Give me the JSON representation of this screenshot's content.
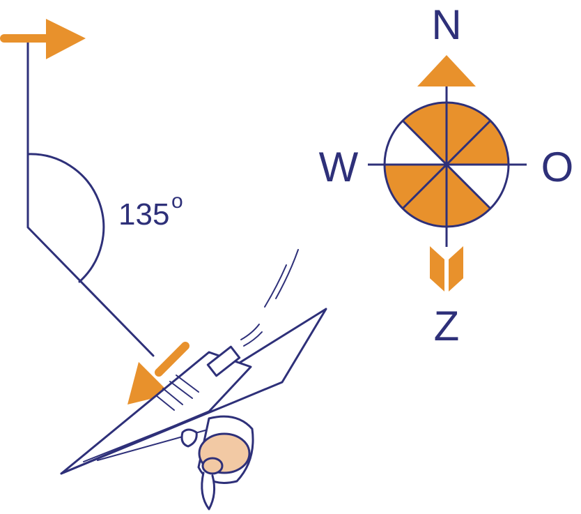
{
  "angle_label": "135",
  "angle_unit": "o",
  "compass": {
    "north": "N",
    "west": "W",
    "east": "O",
    "south": "Z"
  },
  "colors": {
    "line": "#2e3079",
    "accent": "#e8912c",
    "skin": "#f2c9a4"
  },
  "icons": [
    "heading-arrow-icon",
    "compass-rose-icon",
    "direction-arrow-icon",
    "paper-plane-pilot-icon"
  ]
}
